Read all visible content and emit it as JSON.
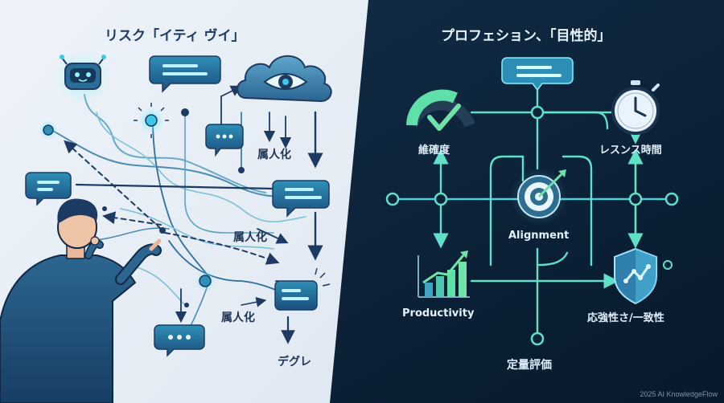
{
  "left": {
    "title": "リスク「イティ ヴイ」",
    "labels": [
      "属人化",
      "属人化",
      "属人化",
      "デグレ"
    ]
  },
  "right": {
    "title": "プロフェション、「目性的」",
    "labels": {
      "accuracy": "維確度",
      "response_time": "レスンス時間",
      "alignment": "Alignment",
      "productivity": "Productivity",
      "robustness": "応強性さ/一致性",
      "quantitative": "定量評価"
    }
  },
  "footer": "2025 AI KnowledgeFlow",
  "colors": {
    "left_bg": "#e7eef6",
    "right_bg": "#0c2238",
    "accent_cyan": "#39d1e6",
    "accent_green": "#6fe3a8",
    "dark_blue": "#1d3a63"
  },
  "icons": {
    "left": [
      "robot-icon",
      "eye-cloud-icon",
      "chat-bubble-icon",
      "person-thinking-icon",
      "lightning-node-icon"
    ],
    "right": [
      "gauge-check-icon",
      "stopwatch-icon",
      "target-icon",
      "bar-chart-growth-icon",
      "shield-icon",
      "chat-bubble-icon"
    ]
  }
}
